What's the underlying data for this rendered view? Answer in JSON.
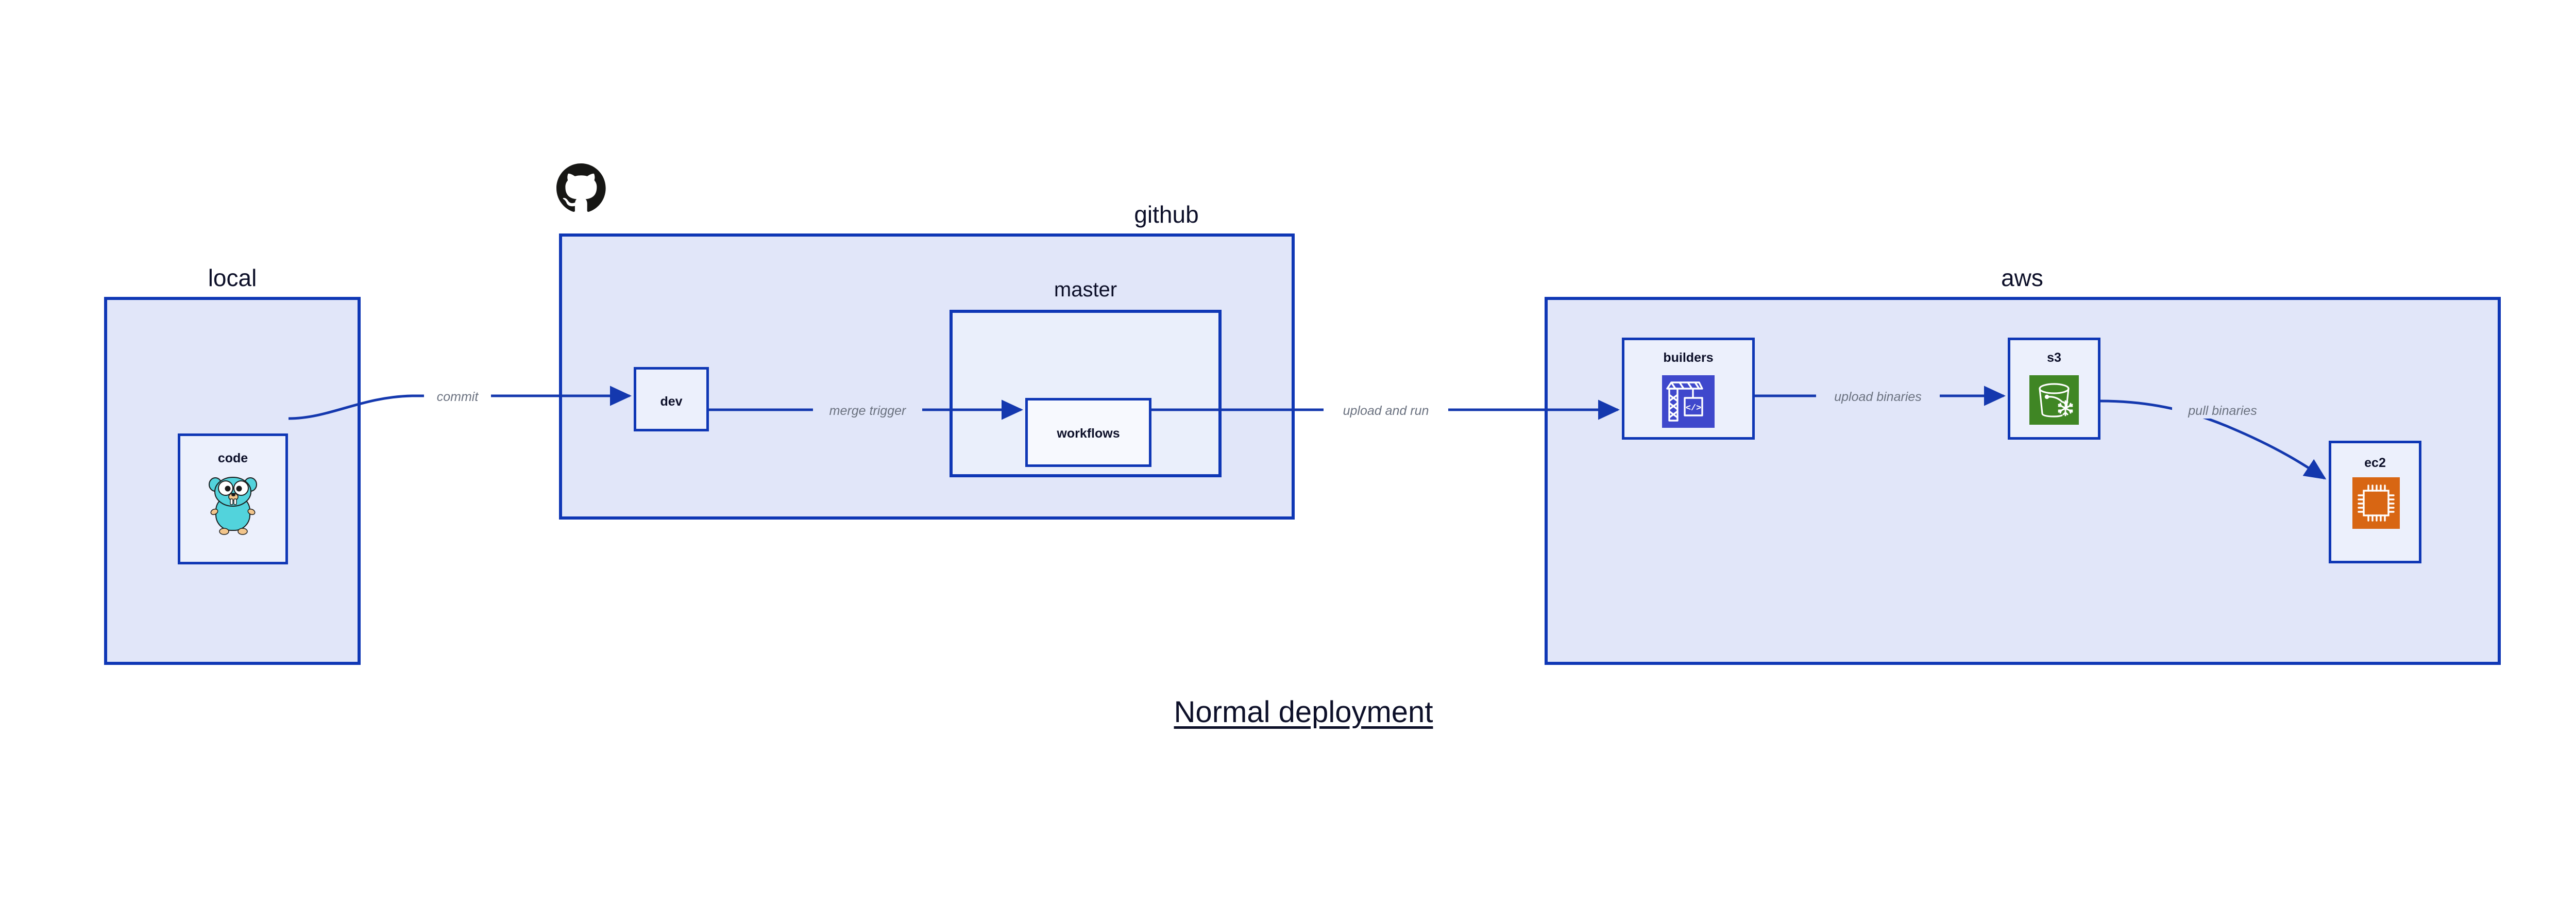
{
  "diagram": {
    "title": "Normal deployment",
    "colors": {
      "border": "#0F37B5",
      "group_fill": "#E1E6F9",
      "sub_fill": "#EAEFFB",
      "node_fill": "#ECF0FC",
      "leaf_fill": "#F7F9FE",
      "label_text": "#0D1029",
      "edge_label_text": "#6B7280",
      "edge_line": "#1438AE",
      "gopher_cyan": "#52D3DC",
      "builders_indigo": "#3F48CC",
      "s3_green": "#3F8624",
      "ec2_orange": "#D86613",
      "github_black": "#161614"
    },
    "groups": [
      {
        "id": "local",
        "label": "local"
      },
      {
        "id": "github",
        "label": "github"
      },
      {
        "id": "aws",
        "label": "aws"
      }
    ],
    "subgroups": [
      {
        "id": "master",
        "label": "master",
        "parent": "github"
      }
    ],
    "nodes": [
      {
        "id": "code",
        "label": "code",
        "parent": "local",
        "icon": "go-gopher-icon"
      },
      {
        "id": "dev",
        "label": "dev",
        "parent": "github",
        "icon": null
      },
      {
        "id": "workflows",
        "label": "workflows",
        "parent": "master",
        "icon": null
      },
      {
        "id": "builders",
        "label": "builders",
        "parent": "aws",
        "icon": "aws-builders-crane-icon"
      },
      {
        "id": "s3",
        "label": "s3",
        "parent": "aws",
        "icon": "aws-s3-bucket-icon"
      },
      {
        "id": "ec2",
        "label": "ec2",
        "parent": "aws",
        "icon": "aws-ec2-chip-icon"
      }
    ],
    "edges": [
      {
        "id": "commit",
        "from": "code",
        "to": "dev",
        "label": "commit"
      },
      {
        "id": "merge-trigger",
        "from": "dev",
        "to": "workflows",
        "label": "merge trigger"
      },
      {
        "id": "upload-and-run",
        "from": "workflows",
        "to": "builders",
        "label": "upload and run"
      },
      {
        "id": "upload-binaries",
        "from": "builders",
        "to": "s3",
        "label": "upload binaries"
      },
      {
        "id": "pull-binaries",
        "from": "s3",
        "to": "ec2",
        "label": "pull binaries"
      }
    ],
    "logos": [
      {
        "id": "github-octocat",
        "icon": "github-octocat-icon",
        "near": "github"
      }
    ]
  }
}
